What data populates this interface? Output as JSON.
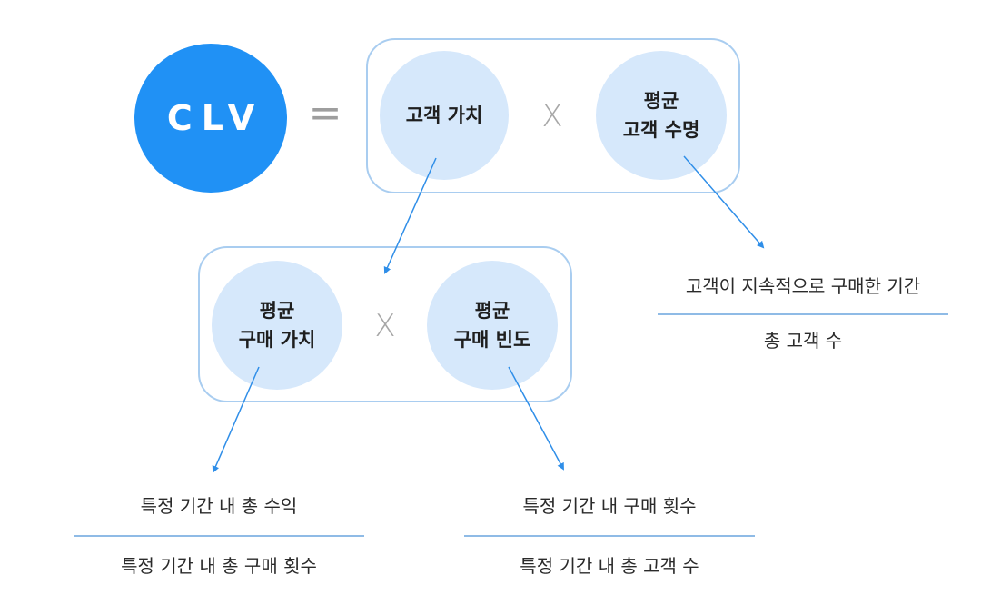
{
  "formula": {
    "main_label": "CLV",
    "equals_sign": "=",
    "times_sign": "X",
    "customer_value": "고객 가치",
    "avg_lifetime_line1": "평균",
    "avg_lifetime_line2": "고객 수명"
  },
  "value_breakdown": {
    "times_sign": "X",
    "avg_purchase_value_line1": "평균",
    "avg_purchase_value_line2": "구매 가치",
    "avg_purchase_freq_line1": "평균",
    "avg_purchase_freq_line2": "구매 빈도"
  },
  "lifetime_fraction": {
    "numerator": "고객이 지속적으로 구매한 기간",
    "denominator": "총 고객 수"
  },
  "purchase_value_fraction": {
    "numerator": "특정 기간 내 총 수익",
    "denominator": "특정 기간 내 총 구매 횟수"
  },
  "purchase_freq_fraction": {
    "numerator": "특정 기간 내 구매 횟수",
    "denominator": "특정 기간 내 총 고객 수"
  },
  "colors": {
    "primary_blue": "#2091f5",
    "bubble_fill": "#d6e8fb",
    "box_border": "#a9cdf0",
    "arrow": "#2f8ee8",
    "operator_gray": "#a7a7a7"
  }
}
